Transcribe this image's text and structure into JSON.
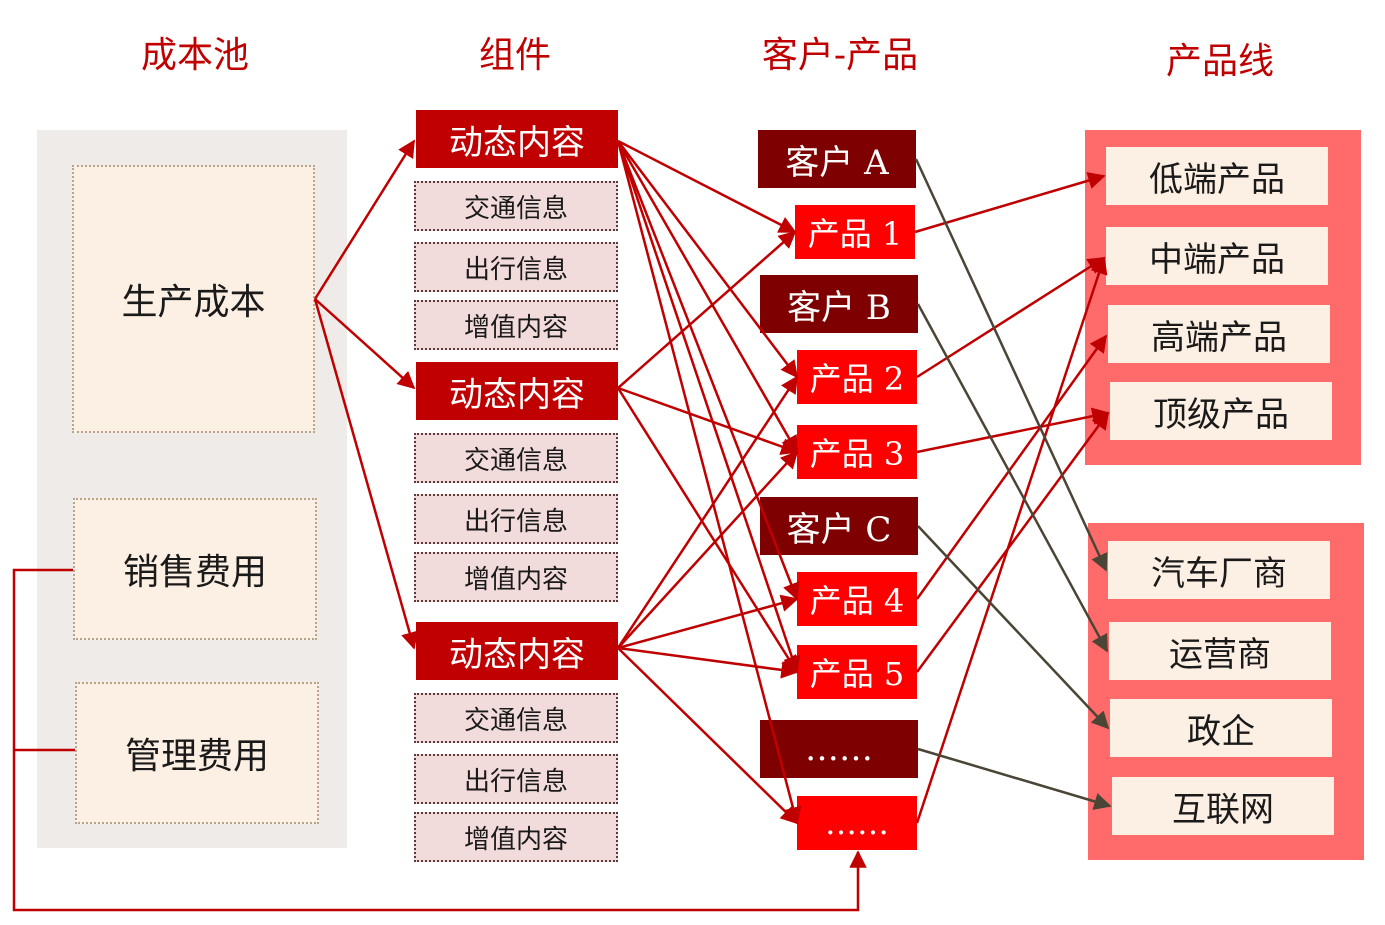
{
  "titles": {
    "cost_pool": "成本池",
    "components": "组件",
    "customer_product": "客户-产品",
    "product_line": "产品线"
  },
  "cost_pool": {
    "production": "生产成本",
    "sales": "销售费用",
    "management": "管理费用"
  },
  "components": {
    "main_label": "动态内容",
    "sub_labels": [
      "交通信息",
      "出行信息",
      "增值内容"
    ]
  },
  "customers": [
    "客户 A",
    "客户 B",
    "客户 C",
    "……"
  ],
  "products": [
    "产品 1",
    "产品 2",
    "产品 3",
    "产品 4",
    "产品 5",
    "……"
  ],
  "product_line_top": [
    "低端产品",
    "中端产品",
    "高端产品",
    "顶级产品"
  ],
  "product_line_bottom": [
    "汽车厂商",
    "运营商",
    "政企",
    "互联网"
  ],
  "colors": {
    "title_red": "#c00000",
    "component_red": "#c00000",
    "customer_dark": "#7f0000",
    "product_red": "#ff0000",
    "panel_pink": "#ff6b6b",
    "arrow_red": "#c00000",
    "arrow_olive": "#4a4535"
  }
}
